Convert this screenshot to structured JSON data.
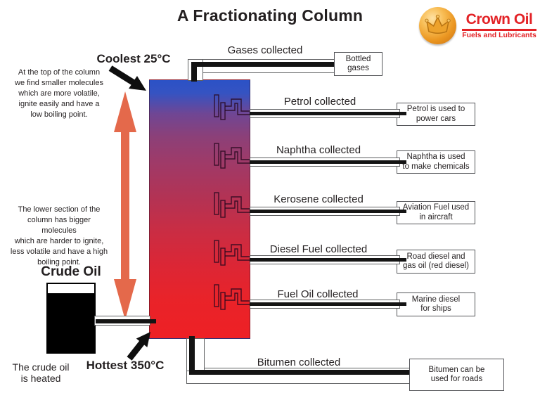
{
  "title": "A Fractionating Column",
  "logo": {
    "name": "Crown Oil",
    "tagline": "Fuels and Lubricants",
    "brand_color": "#e32226"
  },
  "column": {
    "coolest_label": "Coolest 25°C",
    "hottest_label": "Hottest 350°C",
    "gradient_top_color": "#2b52c6",
    "gradient_bottom_color": "#ee2025"
  },
  "annotations": {
    "top_lines": [
      "At the top of the column",
      "we find smaller molecules",
      "which are more volatile,",
      "ignite easily and have a",
      "low boiling point."
    ],
    "bottom_lines": [
      "The lower section of the",
      "column has bigger molecules",
      "which are harder to ignite,",
      "less volatile and have a high",
      "boiling point."
    ]
  },
  "crude_oil": {
    "label": "Crude Oil",
    "caption_lines": [
      "The crude oil",
      "is heated"
    ]
  },
  "fractions": [
    {
      "label": "Gases collected",
      "box_line1": "Bottled",
      "box_line2": "gases"
    },
    {
      "label": "Petrol collected",
      "box_line1": "Petrol is used to",
      "box_line2": "power cars"
    },
    {
      "label": "Naphtha collected",
      "box_line1": "Naphtha is used",
      "box_line2": "to make chemicals"
    },
    {
      "label": "Kerosene collected",
      "box_line1": "Aviation Fuel used",
      "box_line2": "in aircraft"
    },
    {
      "label": "Diesel Fuel collected",
      "box_line1": "Road diesel and",
      "box_line2": "gas oil (red diesel)"
    },
    {
      "label": "Fuel Oil collected",
      "box_line1": "Marine diesel",
      "box_line2": "for ships"
    },
    {
      "label": "Bitumen collected",
      "box_line1": "Bitumen can be",
      "box_line2": "used for roads"
    }
  ]
}
